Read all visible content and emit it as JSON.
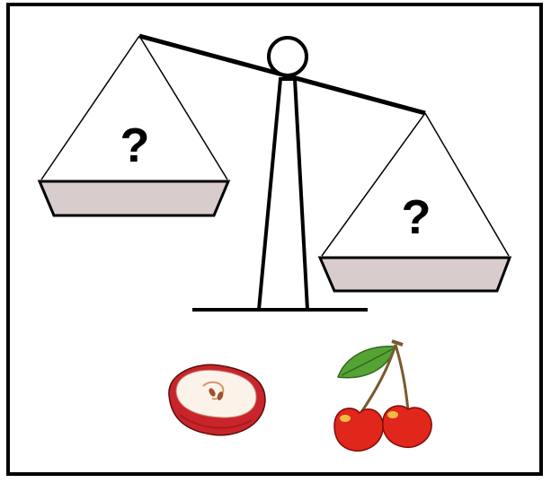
{
  "scale": {
    "left_pan": {
      "label": "?"
    },
    "right_pan": {
      "label": "?"
    },
    "tilt": "left-up",
    "pan_color": "#d9cccc",
    "line_color": "#000000"
  },
  "fruits": [
    {
      "name": "apple",
      "color": "#c8252b"
    },
    {
      "name": "cherries",
      "color": "#e1261c"
    }
  ]
}
